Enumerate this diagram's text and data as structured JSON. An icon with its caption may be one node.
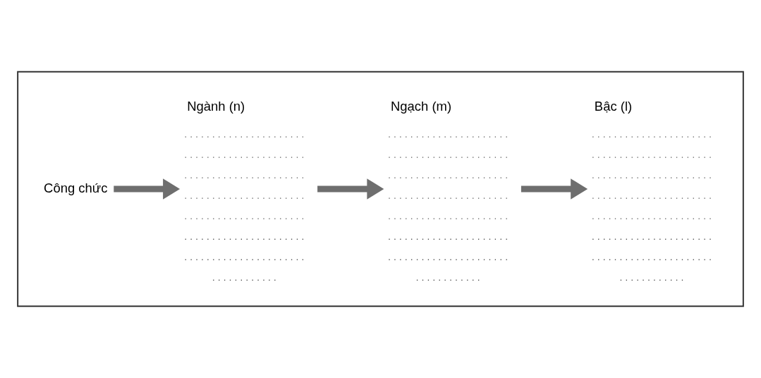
{
  "diagram": {
    "nodes": [
      {
        "text": [],
        "shape": "box"
      },
      {
        "text": [
          "Công chức"
        ],
        "in": 0
      },
      {
        "text": [
          "Ngành (n)"
        ],
        "in": 0
      },
      {
        "text": [
          "Ngạch (m)"
        ],
        "in": 0
      },
      {
        "text": [
          "Bậc (l)"
        ],
        "in": 0
      }
    ],
    "edges": [
      {
        "from": 1,
        "to": 2,
        "arrow": "to"
      },
      {
        "from": 2,
        "to": 3,
        "arrow": "to"
      },
      {
        "from": 3,
        "to": 4,
        "arrow": "to"
      }
    ]
  }
}
